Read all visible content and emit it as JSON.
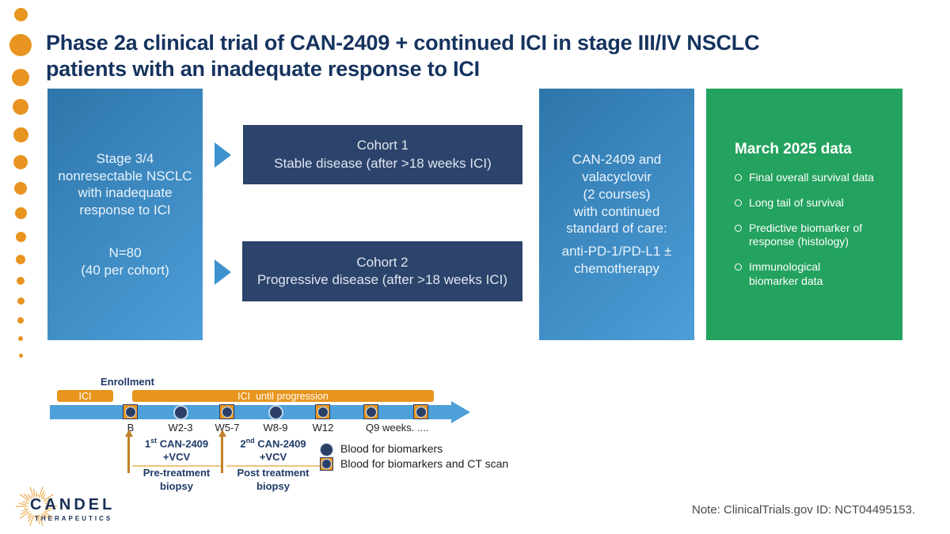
{
  "title": "Phase 2a clinical trial of CAN-2409 + continued ICI in stage III/IV NSCLC\npatients with an inadequate response to ICI",
  "flow": {
    "patient_box": {
      "criteria": "Stage 3/4\nnonresectable NSCLC\nwith inadequate\nresponse to ICI",
      "enrollment": "N=80\n(40 per cohort)"
    },
    "cohort1": {
      "name": "Cohort 1",
      "desc": "Stable disease (after >18 weeks ICI)"
    },
    "cohort2": {
      "name": "Cohort 2",
      "desc": "Progressive disease (after >18 weeks ICI)"
    },
    "treatment_box": {
      "main": "CAN-2409 and\nvalacyclovir\n(2 courses)\nwith continued\nstandard of care:",
      "soc": "anti-PD-1/PD-L1 ±\nchemotherapy"
    },
    "data_box": {
      "heading": "March 2025 data",
      "bullets": [
        "Final overall survival data",
        "Long tail of survival",
        "Predictive biomarker of\nresponse (histology)",
        "Immunological\nbiomarker data"
      ]
    }
  },
  "timeline": {
    "enrollment_label": "Enrollment",
    "ici_bar": "ICI",
    "ici_progression_bar": "ICI  until progression",
    "ticks": [
      {
        "label": "B",
        "type": "blood-and-ct"
      },
      {
        "label": "W2-3",
        "type": "blood"
      },
      {
        "label": "W5-7",
        "type": "blood-and-ct"
      },
      {
        "label": "W8-9",
        "type": "blood"
      },
      {
        "label": "W12",
        "type": "blood-and-ct"
      },
      {
        "label": "Q9 weeks. ....",
        "type": "blood-and-ct"
      },
      {
        "label": "",
        "type": "blood-and-ct"
      }
    ],
    "injection1": {
      "ord": "1",
      "sup": "st",
      "rest": " CAN-2409 +VCV",
      "sub": "Pre-treatment\nbiopsy"
    },
    "injection2": {
      "ord": "2",
      "sup": "nd",
      "rest": " CAN-2409 +VCV",
      "sub": "Post treatment\nbiopsy"
    },
    "legend": [
      {
        "type": "blood",
        "label": "Blood for biomarkers"
      },
      {
        "type": "blood-and-ct",
        "label": "Blood for biomarkers and CT scan"
      }
    ]
  },
  "footer": {
    "logo_name": "CANDEL",
    "logo_sub": "THERAPEUTICS",
    "note": "Note: ClinicalTrials.gov ID: NCT04495153."
  },
  "colors": {
    "title_navy": "#15335e",
    "box_blue_start": "#2d76ab",
    "box_blue_end": "#4e9ed8",
    "box_navy": "#2c436b",
    "box_green": "#24a25f",
    "accent_orange": "#e8951d",
    "timeline_blue": "#4da0d9",
    "arrow_blue": "#3e93cf"
  }
}
